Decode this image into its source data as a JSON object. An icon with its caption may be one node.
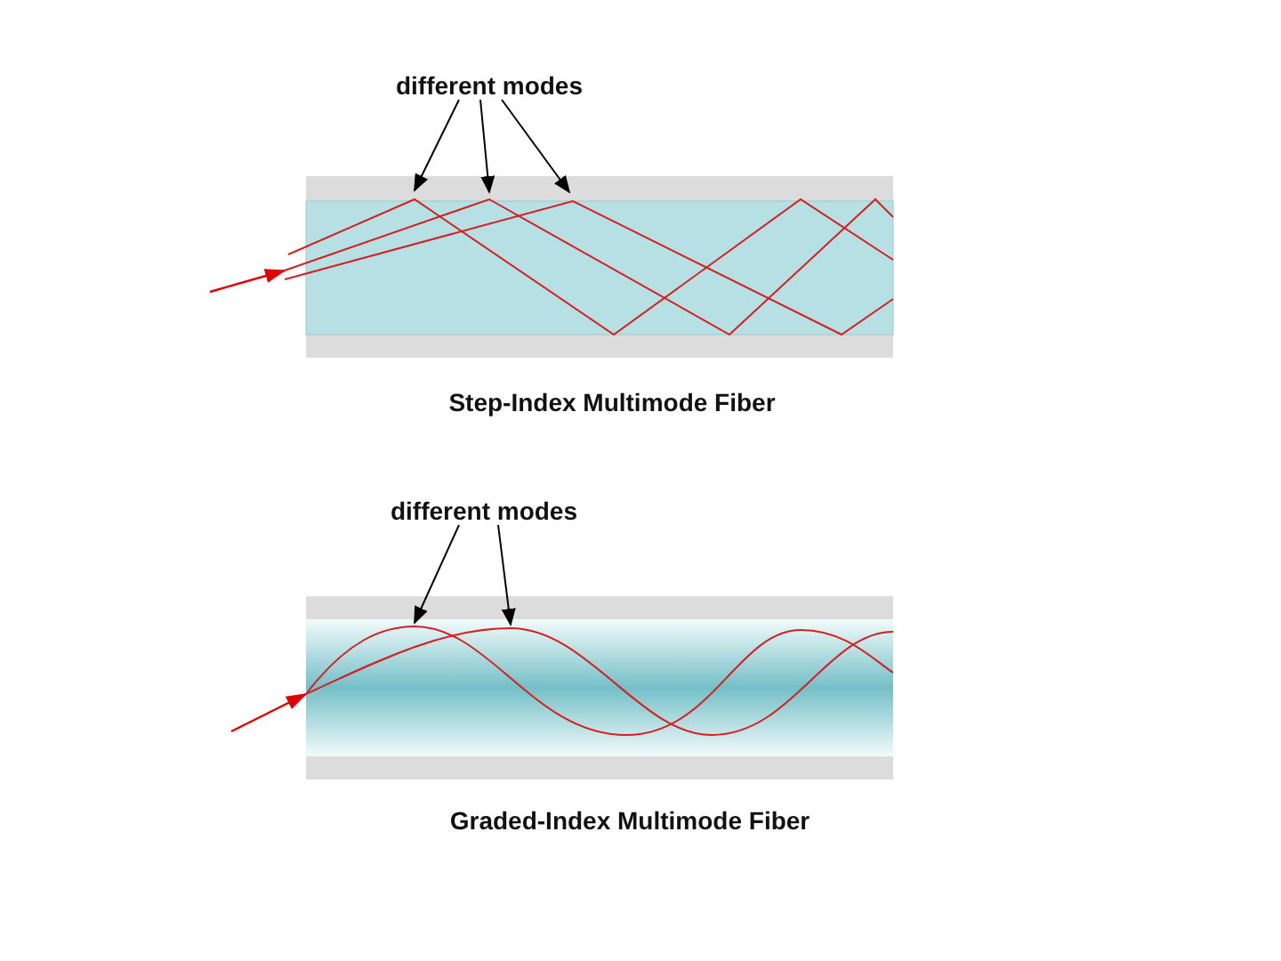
{
  "diagram": {
    "nodes": [
      {
        "text": [
          "different modes"
        ]
      },
      {
        "text": [
          "different modes"
        ]
      }
    ],
    "edges": [
      {
        "from": 0,
        "to": null,
        "arrow": "to"
      },
      {
        "from": 0,
        "to": null,
        "arrow": "to"
      },
      {
        "from": 0,
        "to": null,
        "arrow": "to"
      },
      {
        "from": 1,
        "to": null,
        "arrow": "to"
      },
      {
        "from": 1,
        "to": null,
        "arrow": "to"
      }
    ],
    "labels": [
      "Step-Index Multimode Fiber",
      "Graded-Index Multimode Fiber"
    ]
  }
}
